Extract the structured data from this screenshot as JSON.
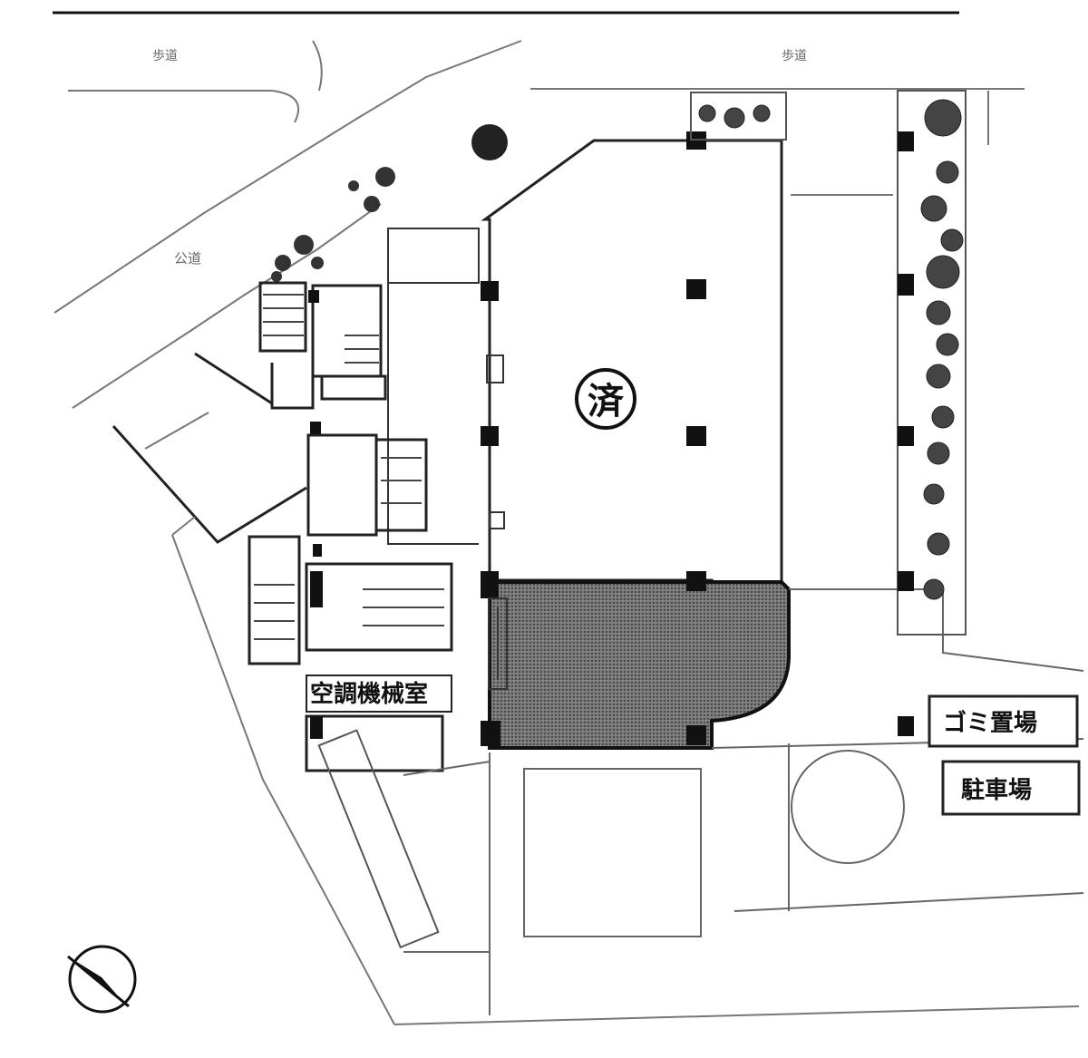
{
  "labels": {
    "walkway_left": "歩道",
    "walkway_right": "歩道",
    "public_road": "公道",
    "machine_room": "空調機械室",
    "garbage_area": "ゴミ置場",
    "parking": "駐車場",
    "stamp": "済"
  },
  "colors": {
    "ink": "#111111",
    "hatched_area": "#6b6b6b",
    "pencil": "#555555"
  },
  "icons": {
    "north_arrow": "compass-north-arrow-icon",
    "stamp": "seal-stamp-icon"
  }
}
